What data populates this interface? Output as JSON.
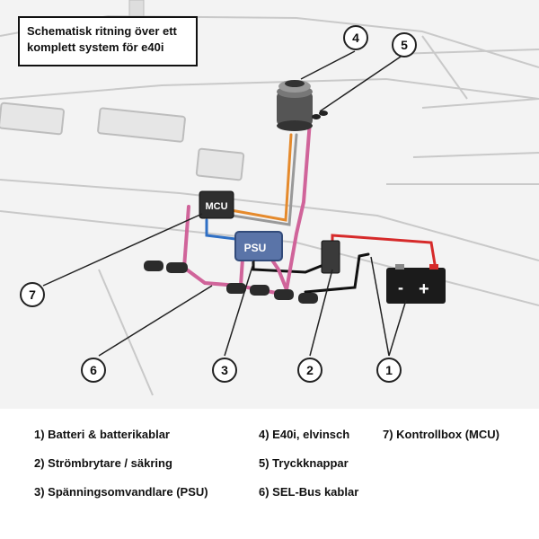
{
  "title": "Schematisk ritning över ett komplett system för e40i",
  "components": {
    "mcu_label": "MCU",
    "psu_label": "PSU",
    "battery_minus": "-",
    "battery_plus": "+"
  },
  "callouts": [
    "1",
    "2",
    "3",
    "4",
    "5",
    "6",
    "7"
  ],
  "legend": [
    "1)  Batteri & batterikablar",
    "2)  Strömbrytare / säkring",
    "3)  Spänningsomvandlare (PSU)",
    "4)  E40i, elvinsch",
    "5)  Tryckknappar",
    "6)  SEL-Bus kablar",
    "7)  Kontrollbox (MCU)"
  ],
  "colors": {
    "sel_bus": "#d0649a",
    "power_red": "#d62a2a",
    "power_black": "#111111",
    "signal_blue": "#2f6fc4",
    "signal_orange": "#e58a2c",
    "hull_line": "#c9c9c9"
  }
}
